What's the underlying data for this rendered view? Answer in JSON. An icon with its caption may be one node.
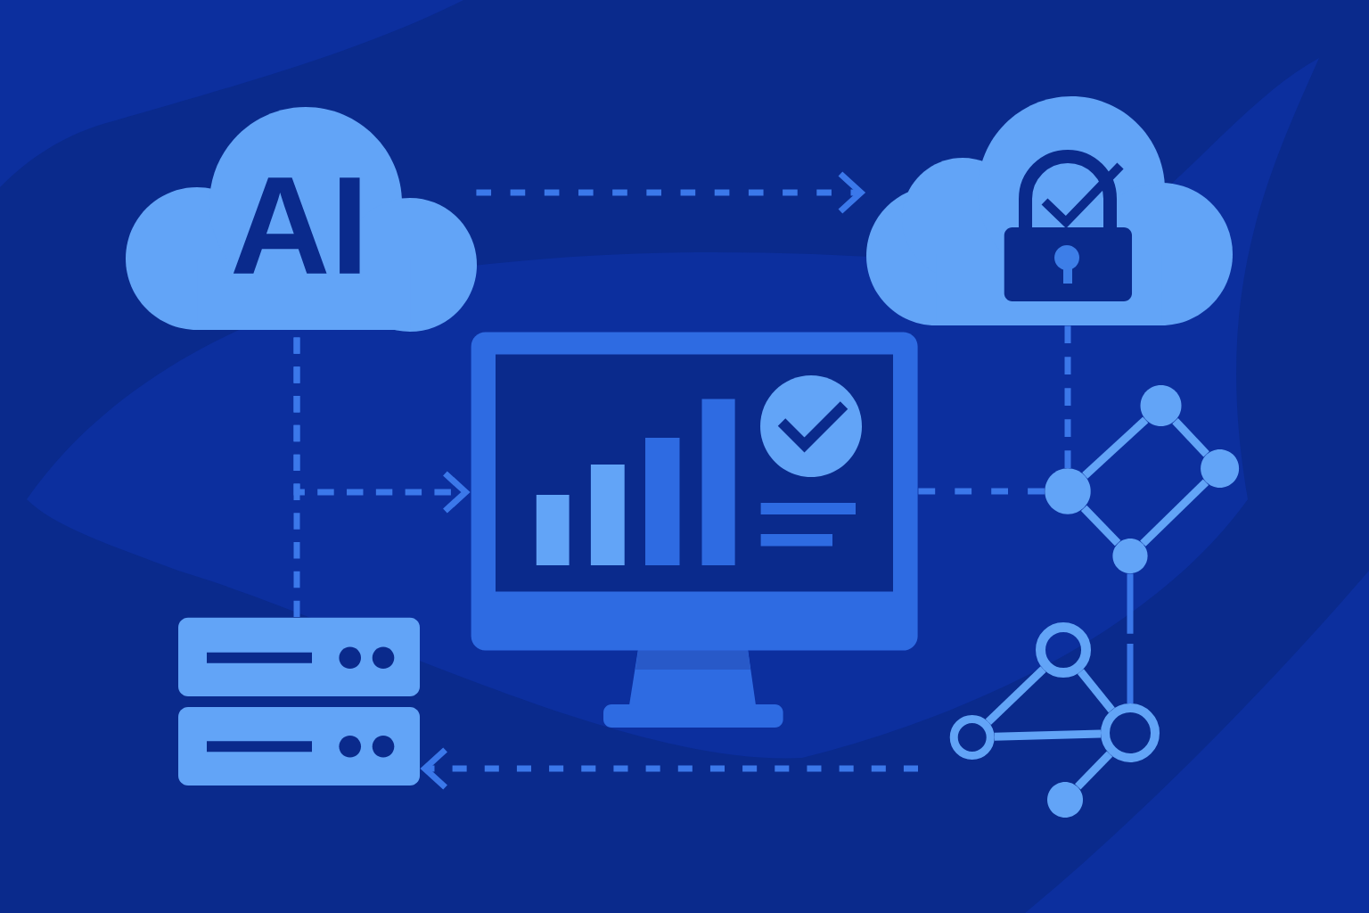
{
  "diagram": {
    "nodes": [
      {
        "text": [
          "AI"
        ]
      },
      {
        "text": [],
        "shape": "cloud"
      },
      {
        "text": [],
        "shape": "picture"
      },
      {
        "text": [],
        "shape": "circle"
      },
      {
        "text": [],
        "shape": "circle"
      },
      {
        "text": [],
        "shape": "circle"
      },
      {
        "text": [],
        "shape": "circle"
      },
      {
        "text": [],
        "shape": "circle"
      },
      {
        "text": [],
        "shape": "circle"
      },
      {
        "text": [],
        "shape": "circle"
      },
      {
        "text": [],
        "shape": "circle"
      },
      {
        "text": [],
        "shape": "picture"
      }
    ],
    "edges": [
      {
        "from": 0,
        "to": 11,
        "arrow": "none",
        "style": "dashed"
      },
      {
        "from": 0,
        "to": 2,
        "arrow": "to",
        "style": "dashed"
      },
      {
        "from": 0,
        "to": 1,
        "arrow": "to",
        "style": "dashed"
      },
      {
        "from": 1,
        "to": 3,
        "arrow": "none",
        "style": "dashed"
      },
      {
        "from": 2,
        "to": 3,
        "arrow": "none",
        "style": "dashed"
      },
      {
        "from": 3,
        "to": 4,
        "arrow": "none",
        "color": "#62a4f7"
      },
      {
        "from": 4,
        "to": 5,
        "arrow": "none",
        "color": "#62a4f7"
      },
      {
        "from": 5,
        "to": 6,
        "arrow": "none",
        "color": "#62a4f7"
      },
      {
        "from": 6,
        "to": 3,
        "arrow": "none",
        "color": "#62a4f7"
      },
      {
        "from": 6,
        "to": 9,
        "arrow": "none",
        "style": "dashed"
      },
      {
        "from": 7,
        "to": 8,
        "arrow": "none",
        "color": "#62a4f7"
      },
      {
        "from": 7,
        "to": 9,
        "arrow": "none",
        "color": "#62a4f7"
      },
      {
        "from": 8,
        "to": 9,
        "arrow": "none",
        "color": "#62a4f7"
      },
      {
        "from": 9,
        "to": 10,
        "arrow": "none",
        "color": "#62a4f7"
      },
      {
        "from": null,
        "to": 11,
        "arrow": "to",
        "style": "dashed"
      }
    ]
  }
}
